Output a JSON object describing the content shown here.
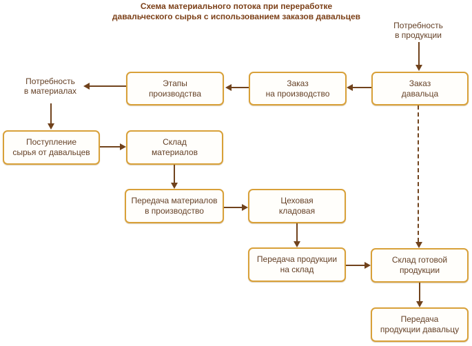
{
  "diagram": {
    "title": "Схема материального потока при переработке\nдавальческого сырья с использованием заказов давальцев",
    "colors": {
      "box_border": "#d8a038",
      "box_bg": "#fffefb",
      "text_color": "#644026",
      "title_color": "#7b3f17",
      "arrow_color": "#70421c"
    },
    "nodes": {
      "need_products": {
        "label": "Потребность\nв продукции",
        "type": "label"
      },
      "need_materials": {
        "label": "Потребность\nв материалах",
        "type": "label"
      },
      "order_customer": {
        "label": "Заказ\nдавальца",
        "type": "box"
      },
      "order_production": {
        "label": "Заказ\nна производство",
        "type": "box"
      },
      "production_stages": {
        "label": "Этапы\nпроизводства",
        "type": "box"
      },
      "receipt_raw_materials": {
        "label": "Поступление\nсырья от давальцев",
        "type": "box"
      },
      "materials_warehouse": {
        "label": "Склад\nматериалов",
        "type": "box"
      },
      "transfer_materials_production": {
        "label": "Передача материалов\nв производство",
        "type": "box"
      },
      "shop_storeroom": {
        "label": "Цеховая\nкладовая",
        "type": "box"
      },
      "transfer_products_warehouse": {
        "label": "Передача продукции\nна склад",
        "type": "box"
      },
      "finished_goods_warehouse": {
        "label": "Склад готовой\nпродукции",
        "type": "box"
      },
      "transfer_products_customer": {
        "label": "Передача\nпродукции давальцу",
        "type": "box"
      }
    },
    "edges": [
      {
        "from": "need_products",
        "to": "order_customer",
        "style": "solid"
      },
      {
        "from": "order_customer",
        "to": "order_production",
        "style": "solid"
      },
      {
        "from": "order_production",
        "to": "production_stages",
        "style": "solid"
      },
      {
        "from": "production_stages",
        "to": "need_materials",
        "style": "solid"
      },
      {
        "from": "need_materials",
        "to": "receipt_raw_materials",
        "style": "solid"
      },
      {
        "from": "receipt_raw_materials",
        "to": "materials_warehouse",
        "style": "solid"
      },
      {
        "from": "materials_warehouse",
        "to": "transfer_materials_production",
        "style": "solid"
      },
      {
        "from": "transfer_materials_production",
        "to": "shop_storeroom",
        "style": "solid"
      },
      {
        "from": "shop_storeroom",
        "to": "transfer_products_warehouse",
        "style": "solid"
      },
      {
        "from": "transfer_products_warehouse",
        "to": "finished_goods_warehouse",
        "style": "solid"
      },
      {
        "from": "order_customer",
        "to": "finished_goods_warehouse",
        "style": "dashed"
      },
      {
        "from": "finished_goods_warehouse",
        "to": "transfer_products_customer",
        "style": "solid"
      }
    ]
  }
}
